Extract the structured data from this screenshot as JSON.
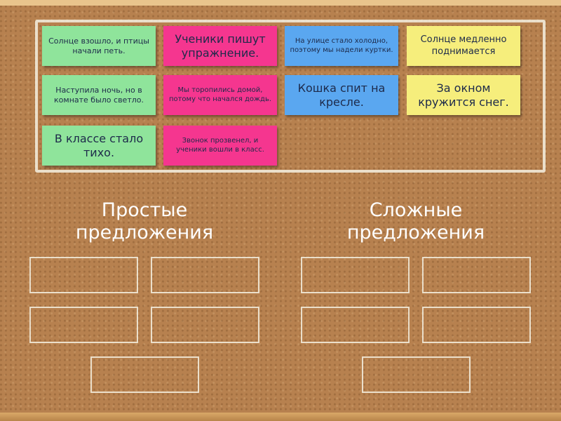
{
  "cards": [
    {
      "text": "Солнце взошло, и птицы начали петь.",
      "color": "#8fe49b"
    },
    {
      "text": "Ученики пишут упражнение.",
      "color": "#f5368f"
    },
    {
      "text": "На улице стало холодно, поэтому мы надели куртки.",
      "color": "#5aa7f0"
    },
    {
      "text": "Солнце медленно поднимается",
      "color": "#f6ee7c"
    },
    {
      "text": "Наступила ночь, но в комнате было светло.",
      "color": "#8fe49b"
    },
    {
      "text": "Мы торопились домой, потому что начался дождь.",
      "color": "#f5368f"
    },
    {
      "text": "Кошка спит на кресле.",
      "color": "#5aa7f0"
    },
    {
      "text": "За окном кружится снег.",
      "color": "#f6ee7c"
    },
    {
      "text": "В классе стало тихо.",
      "color": "#8fe49b"
    },
    {
      "text": "Звонок прозвенел, и ученики вошли в класс.",
      "color": "#f5368f"
    }
  ],
  "groups": [
    {
      "title": "Простые предложения"
    },
    {
      "title": "Сложные предложения"
    }
  ]
}
